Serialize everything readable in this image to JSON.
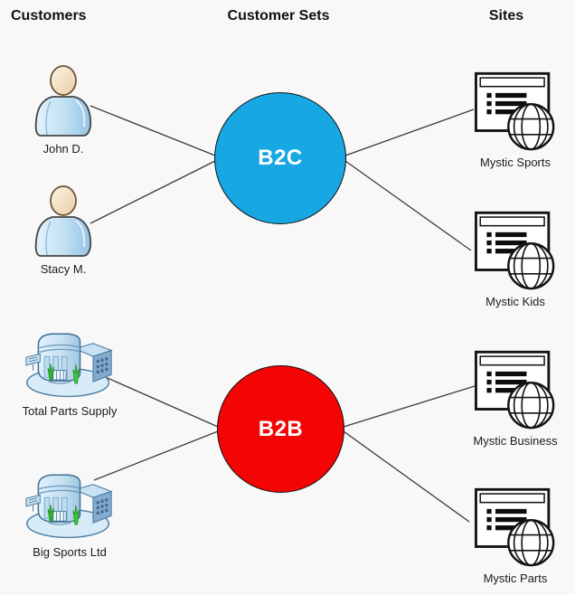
{
  "headers": {
    "customers": "Customers",
    "customer_sets": "Customer Sets",
    "sites": "Sites"
  },
  "customers": {
    "items": [
      {
        "label": "John D.",
        "icon": "person-icon"
      },
      {
        "label": "Stacy M.",
        "icon": "person-icon"
      },
      {
        "label": "Total Parts Supply",
        "icon": "organization-icon"
      },
      {
        "label": "Big Sports Ltd",
        "icon": "organization-icon"
      }
    ]
  },
  "customer_sets": {
    "items": [
      {
        "label": "B2C",
        "color": "#17A7E3"
      },
      {
        "label": "B2B",
        "color": "#F40505"
      }
    ]
  },
  "sites": {
    "items": [
      {
        "label": "Mystic Sports",
        "icon": "website-icon"
      },
      {
        "label": "Mystic Kids",
        "icon": "website-icon"
      },
      {
        "label": "Mystic Business",
        "icon": "website-icon"
      },
      {
        "label": "Mystic Parts",
        "icon": "website-icon"
      }
    ]
  },
  "connections": [
    {
      "from": "John D.",
      "to": "B2C"
    },
    {
      "from": "Stacy M.",
      "to": "B2C"
    },
    {
      "from": "B2C",
      "to": "Mystic Sports"
    },
    {
      "from": "B2C",
      "to": "Mystic Kids"
    },
    {
      "from": "Total Parts Supply",
      "to": "B2B"
    },
    {
      "from": "Big Sports Ltd",
      "to": "B2B"
    },
    {
      "from": "B2B",
      "to": "Mystic Business"
    },
    {
      "from": "B2B",
      "to": "Mystic Parts"
    }
  ],
  "colors": {
    "background": "#F8F8F8",
    "connector_line": "#3C3C3C",
    "b2c_fill": "#17A7E3",
    "b2b_fill": "#F40505",
    "circle_text": "#FFFFFF",
    "label_text": "#1B1B1B"
  }
}
